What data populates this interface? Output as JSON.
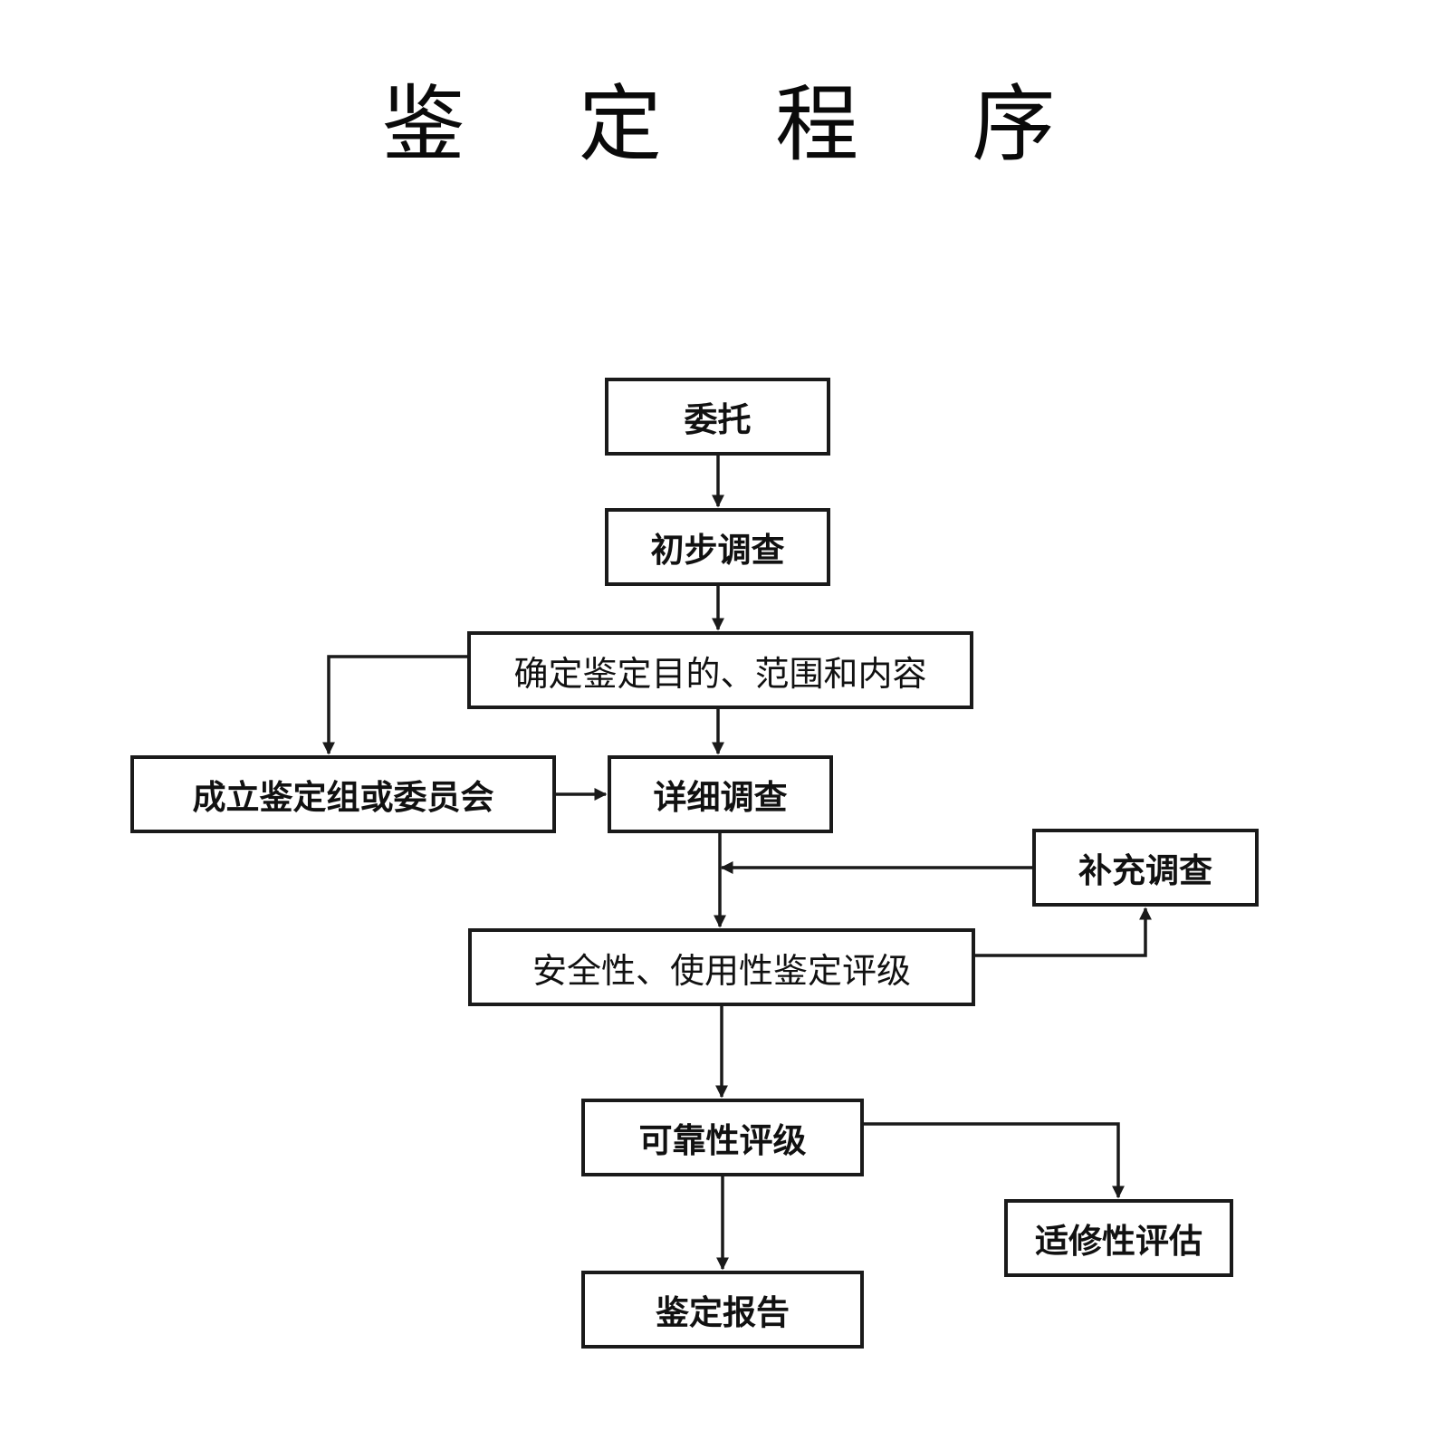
{
  "title": "鉴 定 程 序",
  "nodes": {
    "weituo": "委托",
    "chubu_diaocha": "初步调查",
    "queding": "确定鉴定目的、范围和内容",
    "chengli": "成立鉴定组或委员会",
    "xiangxi_diaocha": "详细调查",
    "buchong_diaocha": "补充调查",
    "anquan_pingji": "安全性、使用性鉴定评级",
    "kekao_pingji": "可靠性评级",
    "shixiu_pinggu": "适修性评估",
    "jianding_baogao": "鉴定报告"
  },
  "colors": {
    "line": "#1a1a1a",
    "text": "#111111",
    "background": "#ffffff"
  }
}
